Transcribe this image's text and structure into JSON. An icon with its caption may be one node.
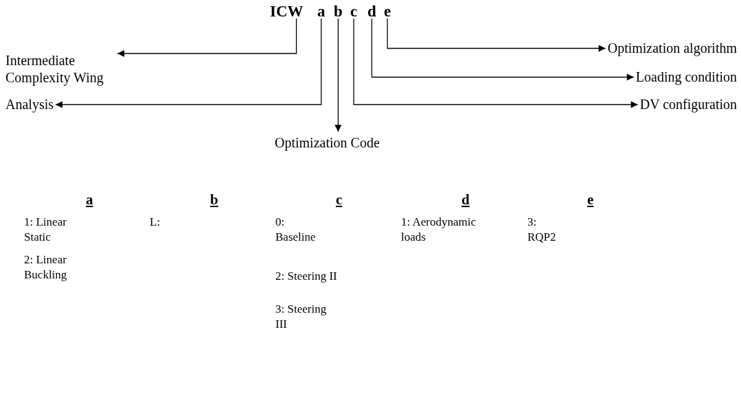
{
  "diagram": {
    "nodes": [
      {
        "text": [
          "ICW"
        ]
      },
      {
        "text": [
          "a"
        ]
      },
      {
        "text": [
          "b"
        ]
      },
      {
        "text": [
          "c"
        ]
      },
      {
        "text": [
          "d"
        ]
      },
      {
        "text": [
          "e"
        ]
      },
      {
        "text": [
          "Intermediate Complexity Wing"
        ]
      },
      {
        "text": [
          "Analysis"
        ]
      },
      {
        "text": [
          "Optimization Code"
        ]
      },
      {
        "text": [
          "DV configuration"
        ]
      },
      {
        "text": [
          "Loading condition"
        ]
      },
      {
        "text": [
          "Optimization algorithm"
        ]
      }
    ],
    "edges": [
      {
        "from": 0,
        "to": 6,
        "arrow": "to"
      },
      {
        "from": 1,
        "to": 7,
        "arrow": "to"
      },
      {
        "from": 2,
        "to": 8,
        "arrow": "to"
      },
      {
        "from": 3,
        "to": 9,
        "arrow": "to"
      },
      {
        "from": 4,
        "to": 10,
        "arrow": "to"
      },
      {
        "from": 5,
        "to": 11,
        "arrow": "to"
      }
    ],
    "labels": [
      "a",
      "b",
      "c",
      "d",
      "e",
      "1: Linear Static",
      "L:",
      "0: Baseline",
      "1: Aerodynamic loads",
      "3: RQP2",
      "2: Linear Buckling",
      "2: Steering II",
      "3: Steering III"
    ]
  }
}
